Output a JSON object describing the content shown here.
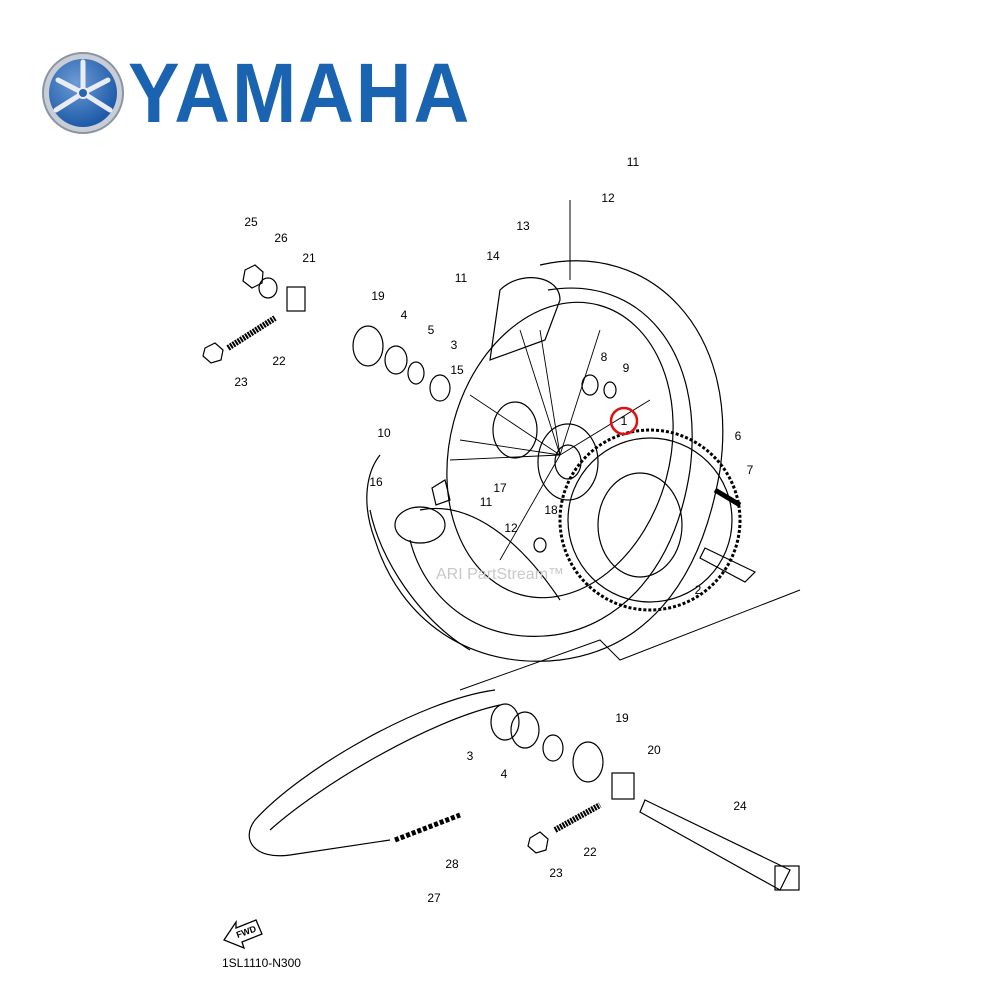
{
  "brand": {
    "name": "YAMAHA",
    "logo_icon": "tuning-fork-emblem",
    "color": "#1a63b0"
  },
  "diagram": {
    "callouts": [
      "11",
      "12",
      "13",
      "14",
      "11",
      "25",
      "26",
      "21",
      "19",
      "4",
      "5",
      "3",
      "8",
      "9",
      "15",
      "10",
      "1",
      "6",
      "7",
      "16",
      "17",
      "11",
      "12",
      "18",
      "22",
      "23",
      "2",
      "19",
      "20",
      "3",
      "4",
      "24",
      "22",
      "23",
      "28",
      "27"
    ],
    "highlighted_callout": "1",
    "highlight_color": "#e01010",
    "fwd_label": "FWD",
    "watermark": "ARI PartStream™",
    "diagram_code": "1SL1110-N300"
  }
}
